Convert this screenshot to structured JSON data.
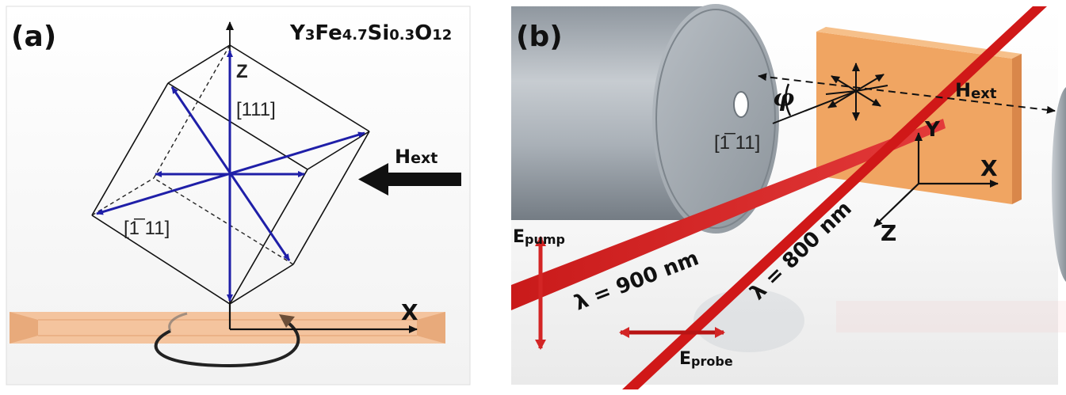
{
  "panel_a": {
    "label": "(a)",
    "formula": {
      "y": "Y",
      "y_sub": "3",
      "fe": "Fe",
      "fe_sub": "4.7",
      "si": "Si",
      "si_sub": "0.3",
      "o": "O",
      "o_sub": "12"
    },
    "axis_z": "Z",
    "direction_111": "[111]",
    "direction_bar111": "[1̅ 11]",
    "h_ext": {
      "main": "H",
      "sub": "ext"
    },
    "axis_x": "X",
    "colors": {
      "axis_arrows": "#1f1fa8",
      "sample": "#f3bb8e",
      "cube": "#111111"
    }
  },
  "panel_b": {
    "label": "(b)",
    "phi": "φ",
    "direction_bar111": "[1̅ 11]",
    "h_ext": {
      "main": "H",
      "sub": "ext"
    },
    "axis_y": "Y",
    "axis_x": "X",
    "axis_z": "Z",
    "e_pump": {
      "main": "E",
      "sub": "pump"
    },
    "e_probe": {
      "main": "E",
      "sub": "probe"
    },
    "pump_wavelength": "λ = 900 nm",
    "probe_wavelength": "λ = 800 nm",
    "colors": {
      "beam": "#d01818",
      "sample": "#f0a562",
      "magnet": "#a6aeb6"
    }
  }
}
